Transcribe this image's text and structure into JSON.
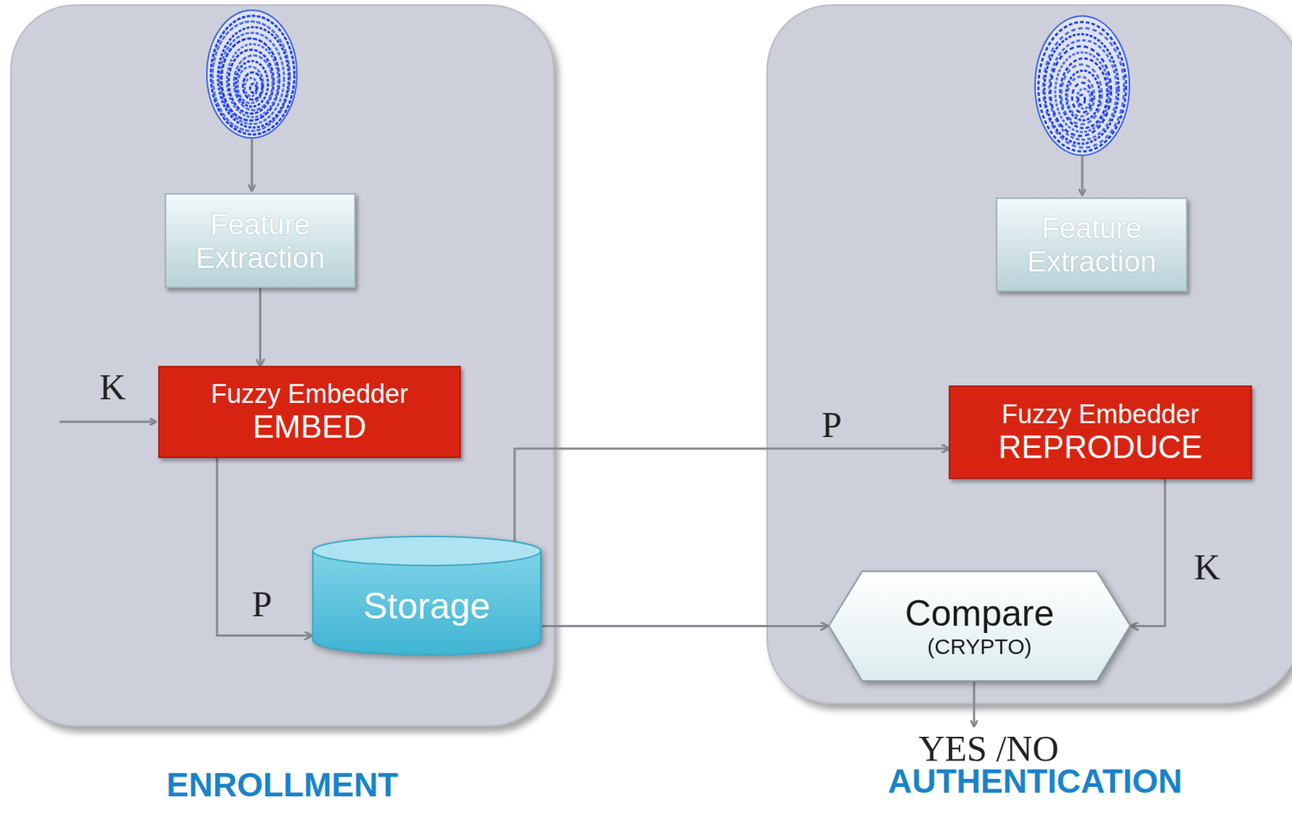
{
  "diagram": {
    "nodes": [
      {
        "text": [
          "ENROLLMENT"
        ]
      },
      {
        "text": [
          "Feature Extraction"
        ],
        "in": 0
      },
      {
        "text": [
          "Fuzzy Embedder",
          "EMBED"
        ],
        "in": 0
      },
      {
        "text": [
          "Storage"
        ],
        "in": 0
      },
      {
        "text": [
          "AUTHENTICATION"
        ]
      },
      {
        "text": [
          "Feature Extraction"
        ],
        "in": 4
      },
      {
        "text": [
          "Fuzzy Embedder",
          "REPRODUCE"
        ],
        "in": 4
      },
      {
        "text": [
          "Compare",
          "(CRYPTO)"
        ],
        "in": 4
      }
    ],
    "edges": [
      {
        "from": 1,
        "to": 2,
        "arrow": "to"
      },
      {
        "from": 2,
        "to": 3,
        "label": "P",
        "arrow": "to"
      },
      {
        "from": 3,
        "to": 6,
        "label": "P",
        "arrow": "to"
      },
      {
        "from": 3,
        "to": 7,
        "arrow": "to"
      },
      {
        "from": 6,
        "to": 7,
        "label": "K",
        "arrow": "to"
      }
    ],
    "labels": [
      "K",
      "YES /NO"
    ]
  }
}
